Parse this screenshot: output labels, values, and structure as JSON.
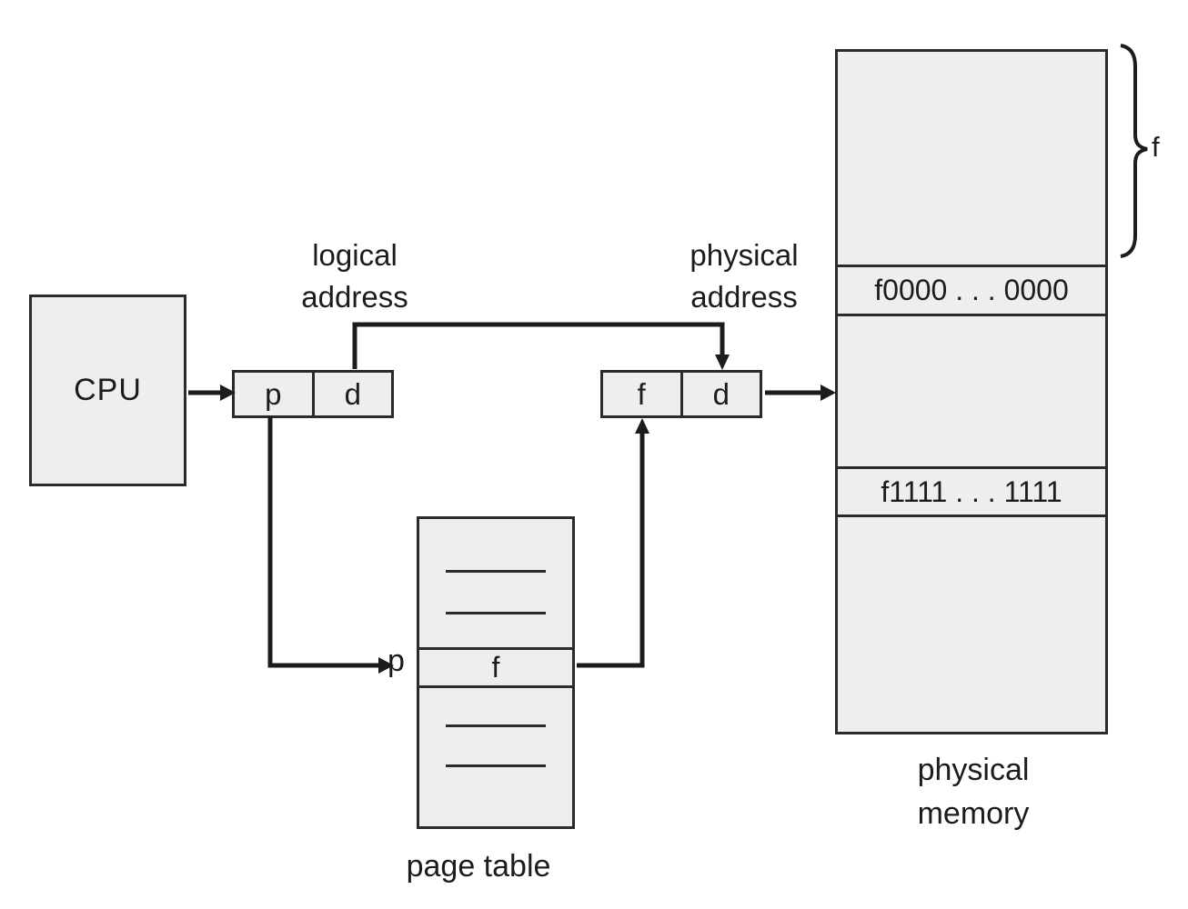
{
  "diagram": {
    "kind": "paging-hardware",
    "cpu": {
      "label": "CPU"
    },
    "logical_address": {
      "label_line1": "logical",
      "label_line2": "address",
      "page_field": "p",
      "offset_field": "d"
    },
    "physical_address": {
      "label_line1": "physical",
      "label_line2": "address",
      "frame_field": "f",
      "offset_field": "d"
    },
    "page_table": {
      "caption": "page table",
      "index_label": "p",
      "entry_value": "f"
    },
    "physical_memory": {
      "caption_line1": "physical",
      "caption_line2": "memory",
      "frame_start_address": "f0000 . . . 0000",
      "frame_end_address": "f1111 . . . 1111",
      "frame_brace_label": "f"
    },
    "colors": {
      "background": "#ffffff",
      "box_fill": "#efedee",
      "box_border": "#2b2b2b",
      "line": "#1c1c1c"
    }
  }
}
